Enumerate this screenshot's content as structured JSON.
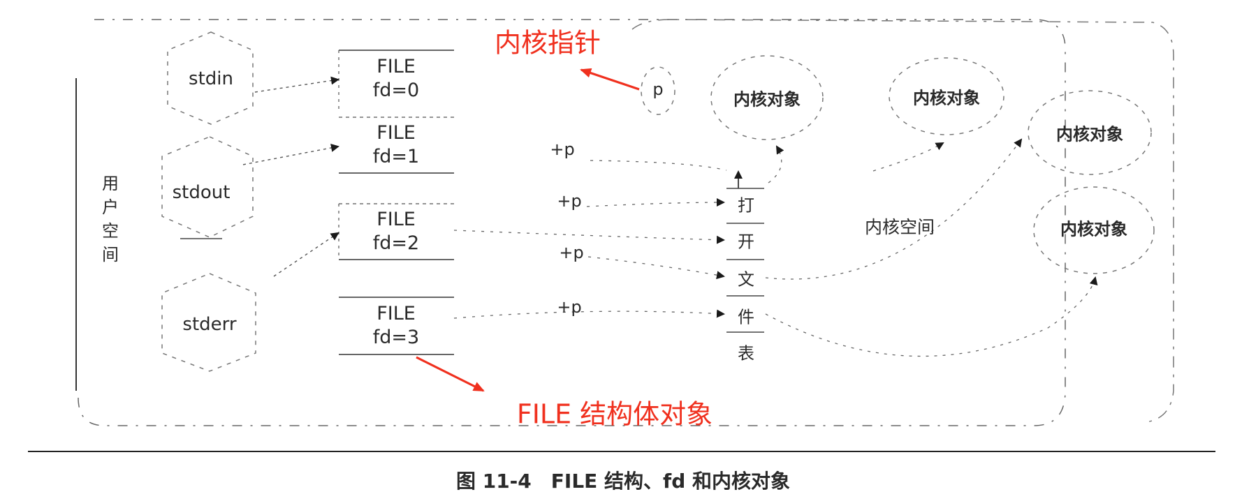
{
  "user_space_label": "用户空间",
  "kernel_space_label": "内核空间",
  "streams": [
    "stdin",
    "stdout",
    "stderr"
  ],
  "file_structs": [
    {
      "name": "FILE",
      "fd": "fd=0"
    },
    {
      "name": "FILE",
      "fd": "fd=1"
    },
    {
      "name": "FILE",
      "fd": "fd=2"
    },
    {
      "name": "FILE",
      "fd": "fd=3"
    }
  ],
  "pointer_labels": [
    "p",
    "+p",
    "+p",
    "+p",
    "+p"
  ],
  "open_file_table": [
    "打",
    "开",
    "文",
    "件",
    "表"
  ],
  "kernel_objects": [
    "内核对象",
    "内核对象",
    "内核对象",
    "内核对象"
  ],
  "annotations": {
    "kernel_pointer": "内核指针",
    "file_struct_object": "FILE 结构体对象"
  },
  "caption": "图 11-4　FILE 结构、fd 和内核对象",
  "colors": {
    "annotation": "#f0301e",
    "ink": "#2a2a2a"
  }
}
